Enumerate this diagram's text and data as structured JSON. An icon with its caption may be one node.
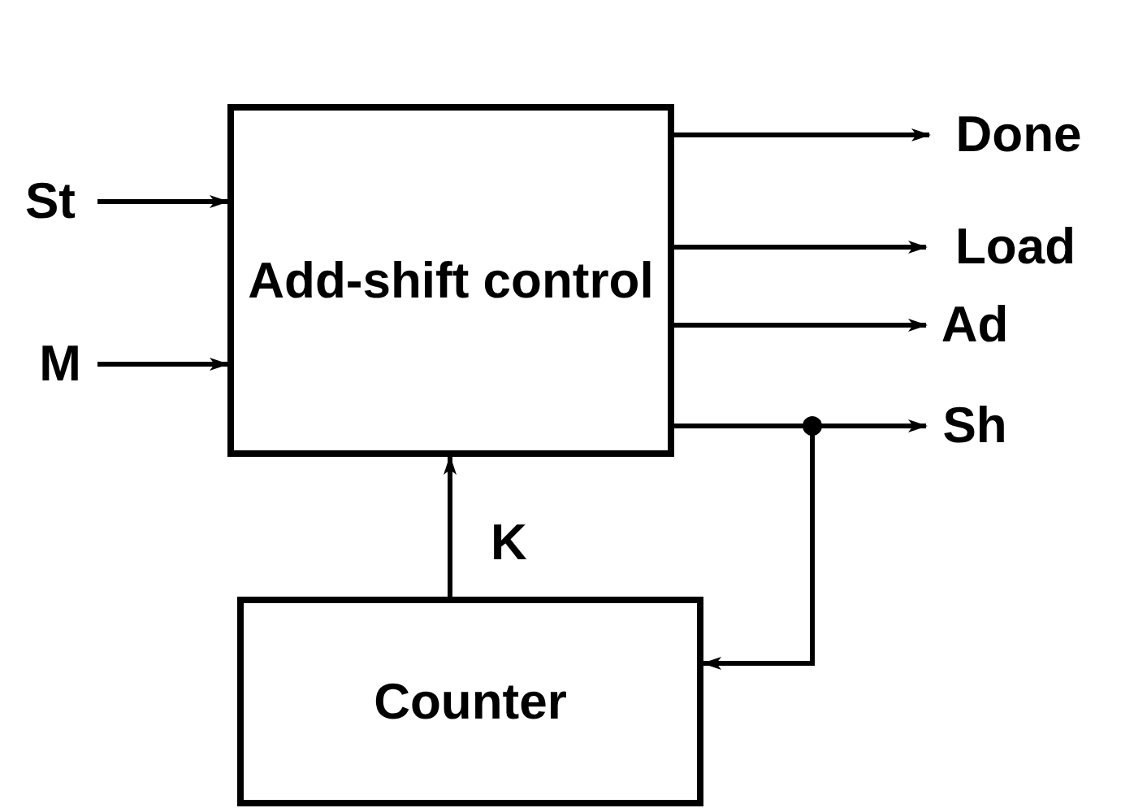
{
  "diagram": {
    "nodes": [
      {
        "text": [
          "Add-shift control"
        ]
      },
      {
        "text": [
          "Counter"
        ]
      },
      {
        "text": [
          "St"
        ]
      },
      {
        "text": [
          "M"
        ]
      },
      {
        "text": [
          "Done"
        ]
      },
      {
        "text": [
          "Load"
        ]
      },
      {
        "text": [
          "Ad"
        ]
      },
      {
        "text": [
          "Sh"
        ]
      }
    ],
    "edges": [
      {
        "from": 2,
        "to": 0,
        "arrow": "to"
      },
      {
        "from": 3,
        "to": 0,
        "arrow": "to"
      },
      {
        "from": 0,
        "to": 4,
        "arrow": "to"
      },
      {
        "from": 0,
        "to": 5,
        "arrow": "to"
      },
      {
        "from": 0,
        "to": 6,
        "arrow": "to"
      },
      {
        "from": 0,
        "to": 7,
        "arrow": "to"
      },
      {
        "from": 1,
        "to": 0,
        "arrow": "to",
        "label": "K"
      },
      {
        "from": 0,
        "to": 1,
        "arrow": "to"
      }
    ]
  }
}
